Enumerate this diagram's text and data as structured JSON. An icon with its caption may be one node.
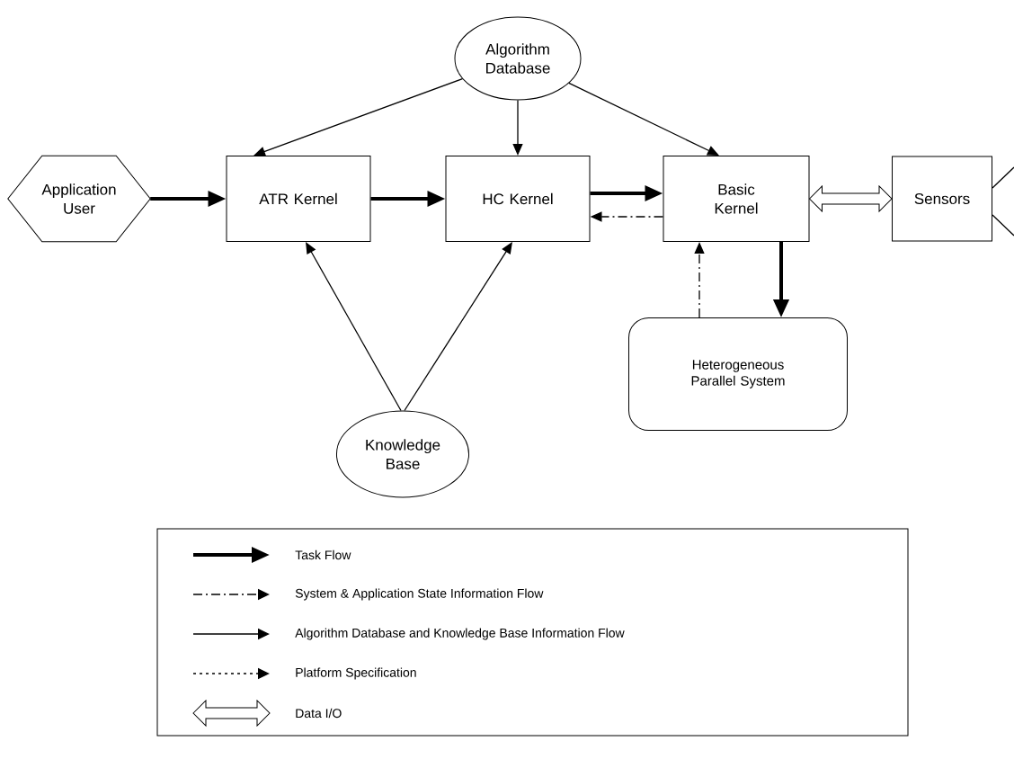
{
  "diagram": {
    "nodes": [
      {
        "text": [
          "Algorithm Database"
        ]
      },
      {
        "text": [
          "Application User"
        ]
      },
      {
        "text": [
          "ATR Kernel"
        ]
      },
      {
        "text": [
          "HC Kernel"
        ]
      },
      {
        "text": [
          "Basic Kernel"
        ]
      },
      {
        "text": [
          "Sensors"
        ]
      },
      {
        "text": [
          "Heterogeneous Parallel System"
        ]
      },
      {
        "text": [
          "Knowledge Base"
        ]
      }
    ],
    "edges": [
      {
        "from": 1,
        "to": 2,
        "arrow": "to",
        "style": "thick"
      },
      {
        "from": 2,
        "to": 3,
        "arrow": "to",
        "style": "thick"
      },
      {
        "from": 3,
        "to": 4,
        "arrow": "to",
        "style": "thick"
      },
      {
        "from": 4,
        "to": 3,
        "arrow": "to",
        "style": "dashed"
      },
      {
        "from": 0,
        "to": 2,
        "arrow": "to"
      },
      {
        "from": 0,
        "to": 3,
        "arrow": "to"
      },
      {
        "from": 0,
        "to": 4,
        "arrow": "to"
      },
      {
        "from": 7,
        "to": 2,
        "arrow": "to"
      },
      {
        "from": 7,
        "to": 3,
        "arrow": "to"
      },
      {
        "from": 4,
        "to": 5,
        "arrow": "both"
      },
      {
        "from": 4,
        "to": 6,
        "arrow": "to",
        "style": "thick"
      },
      {
        "from": 6,
        "to": 4,
        "arrow": "to",
        "style": "dashed"
      },
      {
        "from": 5,
        "to": null,
        "arrow": "none"
      },
      {
        "from": 5,
        "to": null,
        "arrow": "none"
      }
    ],
    "legend": [
      {
        "text": "Task Flow"
      },
      {
        "text": "System & Application State Information Flow"
      },
      {
        "text": "Algorithm Database and Knowledge Base Information Flow"
      },
      {
        "text": "Platform Specification"
      },
      {
        "text": "Data I/O"
      }
    ]
  }
}
